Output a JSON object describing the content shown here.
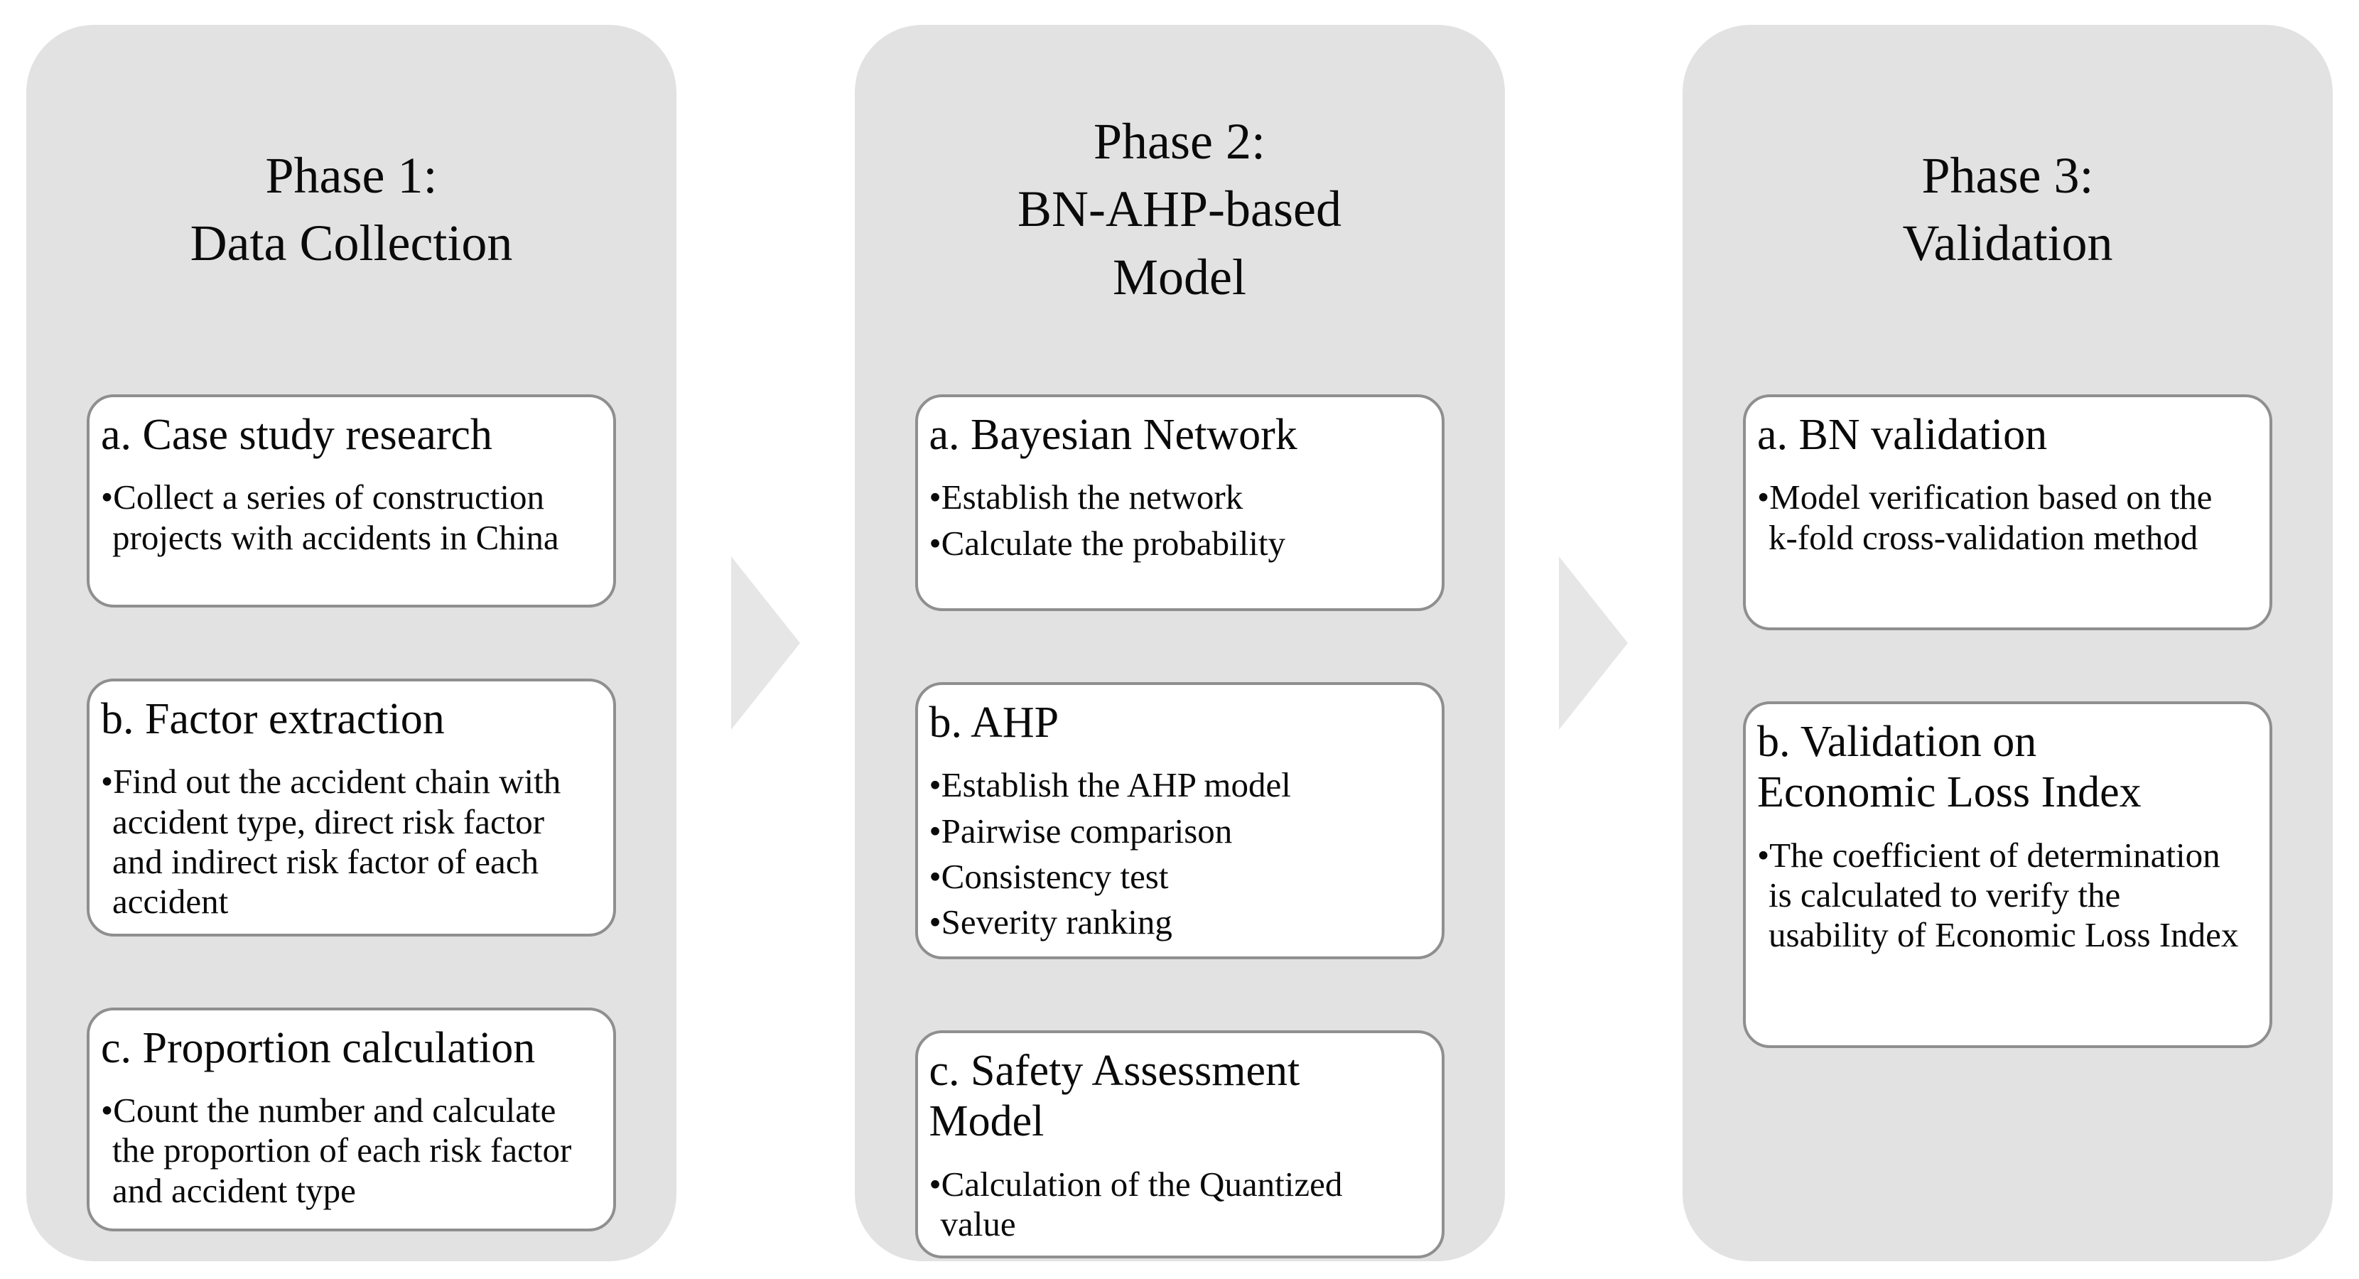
{
  "style": {
    "page_bg": "#ffffff",
    "panel_bg": "#e2e2e2",
    "card_bg": "#ffffff",
    "card_border": "#8f8f8f",
    "arrow_color": "#e6e6e6",
    "text_color": "#0a0a0a"
  },
  "phases": [
    {
      "title": "Phase 1:\nData Collection",
      "cards": [
        {
          "heading": "a. Case study research",
          "bullets": [
            "•Collect a series of construction projects with accidents in China"
          ]
        },
        {
          "heading": "b. Factor extraction",
          "bullets": [
            "•Find out the accident chain with accident type, direct risk factor and indirect risk factor of each accident"
          ]
        },
        {
          "heading": "c. Proportion calculation",
          "bullets": [
            "•Count the number and calculate the proportion of each risk factor and accident type"
          ]
        }
      ]
    },
    {
      "title": "Phase 2:\nBN-AHP-based\nModel",
      "cards": [
        {
          "heading": "a. Bayesian Network",
          "bullets": [
            "•Establish the network",
            "•Calculate the probability"
          ]
        },
        {
          "heading": "b. AHP",
          "bullets": [
            "•Establish the AHP model",
            "•Pairwise comparison",
            "•Consistency test",
            "•Severity ranking"
          ]
        },
        {
          "heading": "c. Safety Assessment\nModel",
          "bullets": [
            "•Calculation of the Quantized value"
          ]
        }
      ]
    },
    {
      "title": "Phase 3:\nValidation",
      "cards": [
        {
          "heading": "a. BN validation",
          "bullets": [
            "•Model verification based on the k-fold cross-validation method"
          ]
        },
        {
          "heading": "b. Validation on\nEconomic Loss Index",
          "bullets": [
            "•The coefficient of determination is calculated to verify the usability of Economic Loss Index"
          ]
        }
      ]
    }
  ]
}
